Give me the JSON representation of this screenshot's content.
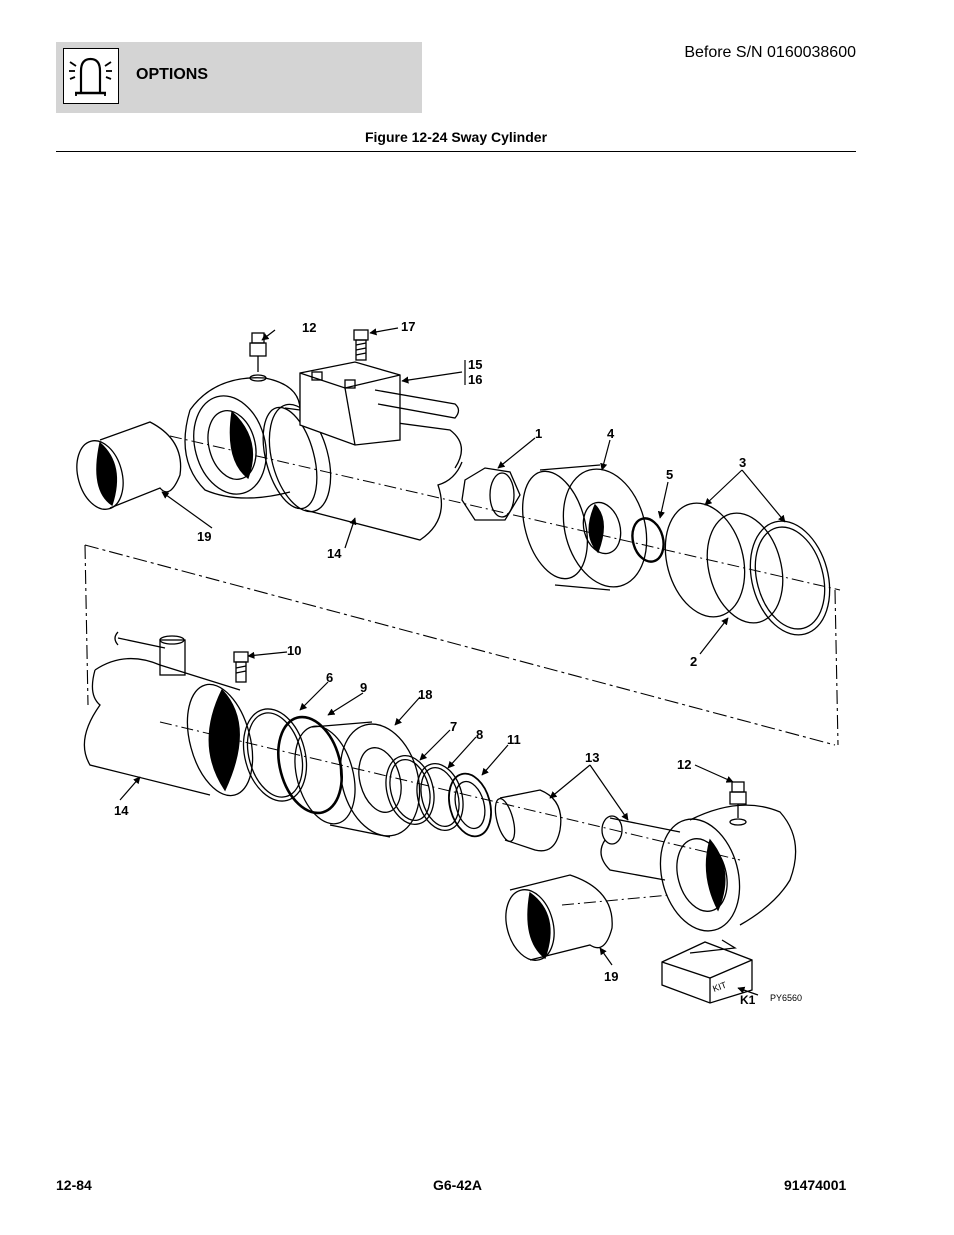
{
  "header": {
    "section": "OPTIONS",
    "icon": "beacon-light-icon",
    "serial": "Before S/N 0160038600"
  },
  "figure": {
    "title": "Figure 12-24 Sway Cylinder",
    "callouts": {
      "c1": "1",
      "c2": "2",
      "c3": "3",
      "c4": "4",
      "c5": "5",
      "c6": "6",
      "c7": "7",
      "c8": "8",
      "c9": "9",
      "c10": "10",
      "c11": "11",
      "c12a": "12",
      "c12b": "12",
      "c13": "13",
      "c14a": "14",
      "c14b": "14",
      "c15": "15",
      "c16": "16",
      "c17": "17",
      "c18": "18",
      "c19a": "19",
      "c19b": "19"
    },
    "kit_box_text": "KIT",
    "kit_label": "K1",
    "drawing_id": "PY6560"
  },
  "footer": {
    "page": "12-84",
    "model": "G6-42A",
    "part_number": "91474001"
  }
}
